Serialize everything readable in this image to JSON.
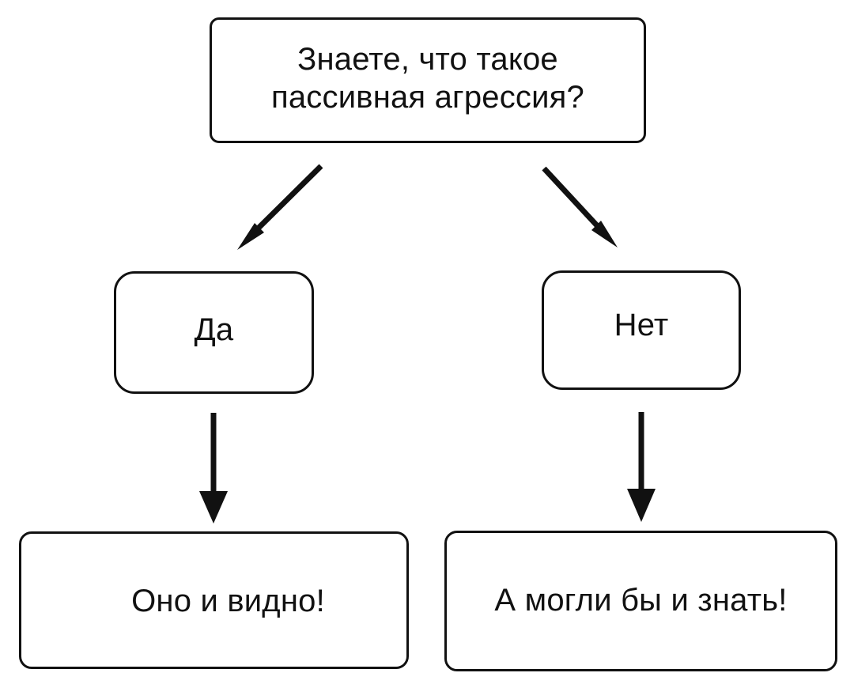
{
  "diagram": {
    "type": "flowchart",
    "language": "ru",
    "background_color": "#ffffff",
    "stroke_color": "#111111",
    "title_text": "Знаете, что такое пассивная агрессия?",
    "nodes": [
      {
        "id": "question",
        "label": "Знаете, что такое\nпассивная агрессия?",
        "role": "decision",
        "level": 1
      },
      {
        "id": "yes",
        "label": "Да",
        "role": "option",
        "level": 2
      },
      {
        "id": "no",
        "label": "Нет",
        "role": "option",
        "level": 2
      },
      {
        "id": "yes-result",
        "label": "Оно и видно!",
        "role": "outcome",
        "level": 3
      },
      {
        "id": "no-result",
        "label": "А могли бы и знать!",
        "role": "outcome",
        "level": 3
      }
    ],
    "edges": [
      {
        "id": "question-to-yes",
        "from": "question",
        "to": "yes",
        "style": "diagonal-down-left"
      },
      {
        "id": "question-to-no",
        "from": "question",
        "to": "no",
        "style": "diagonal-down-right"
      },
      {
        "id": "yes-to-result",
        "from": "yes",
        "to": "yes-result",
        "style": "vertical-down"
      },
      {
        "id": "no-to-result",
        "from": "no",
        "to": "no-result",
        "style": "vertical-down"
      }
    ]
  }
}
